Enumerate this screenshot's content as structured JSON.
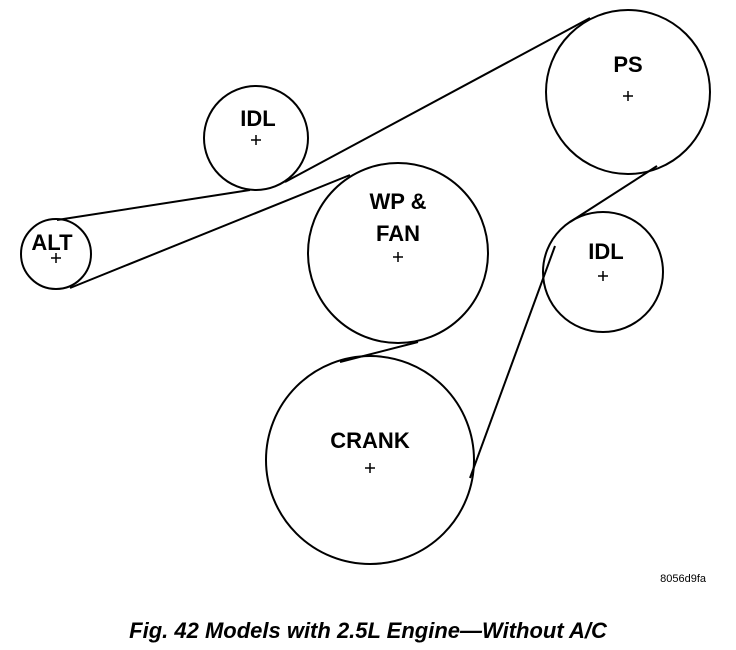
{
  "pulleys": [
    {
      "id": "ps",
      "label": [
        "PS"
      ]
    },
    {
      "id": "idl-top",
      "label": [
        "IDL"
      ]
    },
    {
      "id": "alt",
      "label": [
        "ALT"
      ]
    },
    {
      "id": "wp-fan",
      "label": [
        "WP &",
        "FAN"
      ]
    },
    {
      "id": "idl-right",
      "label": [
        "IDL"
      ]
    },
    {
      "id": "crank",
      "label": [
        "CRANK"
      ]
    }
  ],
  "figure_id": "8056d9fa",
  "caption": "Fig. 42 Models with 2.5L Engine—Without A/C"
}
